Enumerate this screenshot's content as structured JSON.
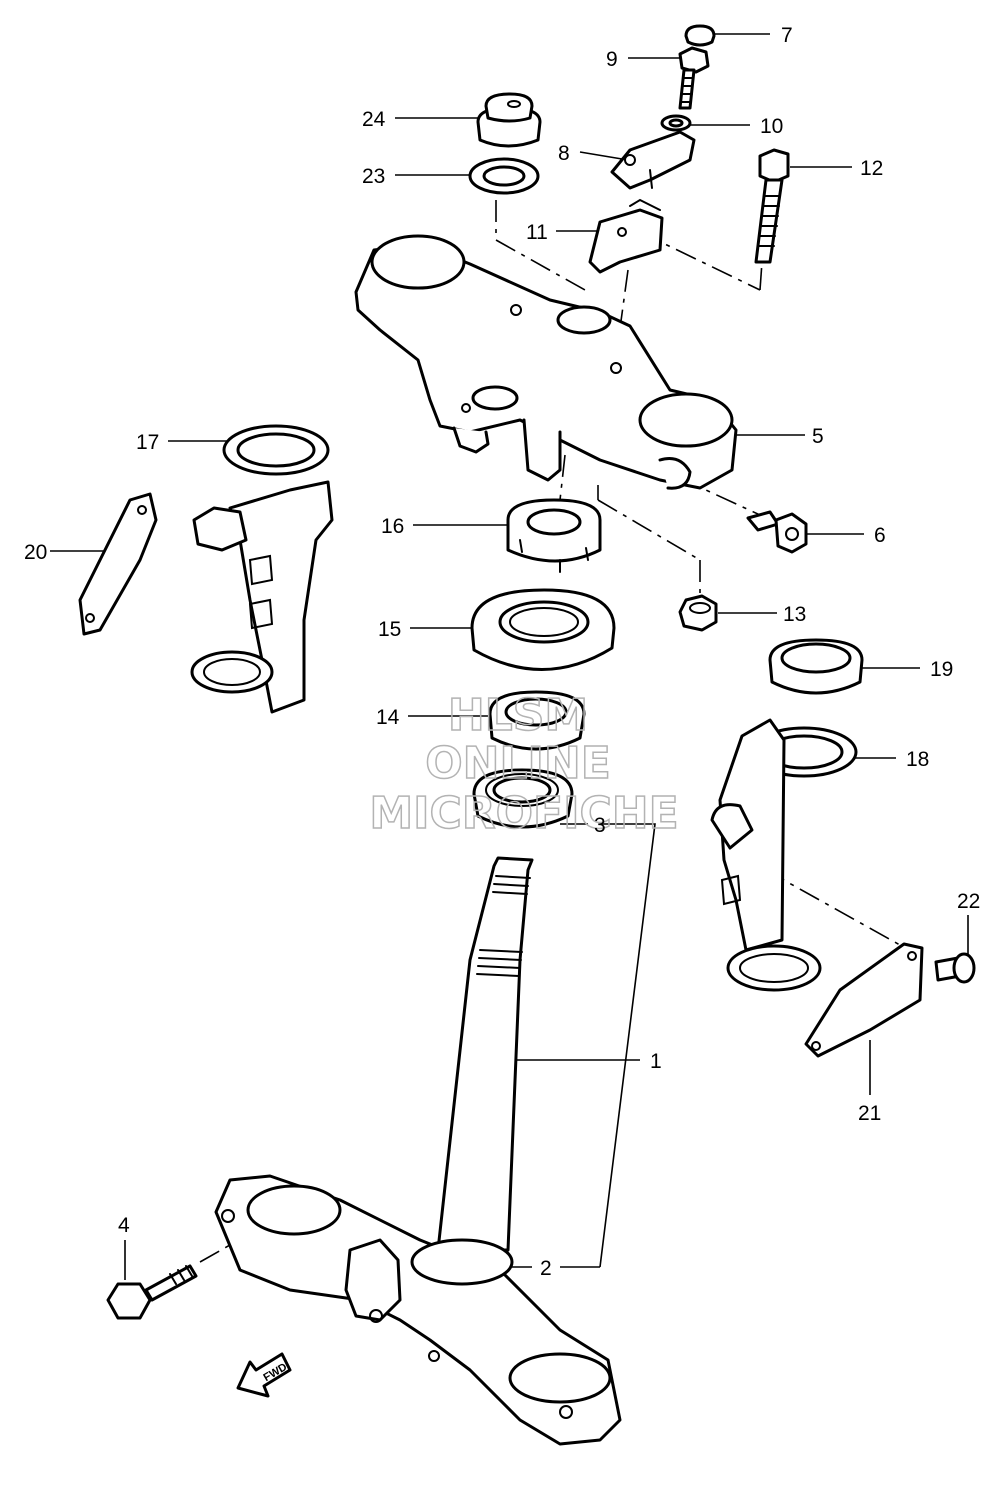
{
  "parts": [
    {
      "number": "1"
    },
    {
      "number": "2"
    },
    {
      "number": "3"
    },
    {
      "number": "4"
    },
    {
      "number": "5"
    },
    {
      "number": "6"
    },
    {
      "number": "7"
    },
    {
      "number": "8"
    },
    {
      "number": "9"
    },
    {
      "number": "10"
    },
    {
      "number": "11"
    },
    {
      "number": "12"
    },
    {
      "number": "13"
    },
    {
      "number": "14"
    },
    {
      "number": "15"
    },
    {
      "number": "16"
    },
    {
      "number": "17"
    },
    {
      "number": "18"
    },
    {
      "number": "19"
    },
    {
      "number": "20"
    },
    {
      "number": "21"
    },
    {
      "number": "22"
    },
    {
      "number": "23"
    },
    {
      "number": "24"
    }
  ],
  "watermark": {
    "line1": "HLSM",
    "line2": "ONLINE",
    "line3": "MICROFICHE"
  },
  "direction_arrow": {
    "label": "FWD"
  }
}
